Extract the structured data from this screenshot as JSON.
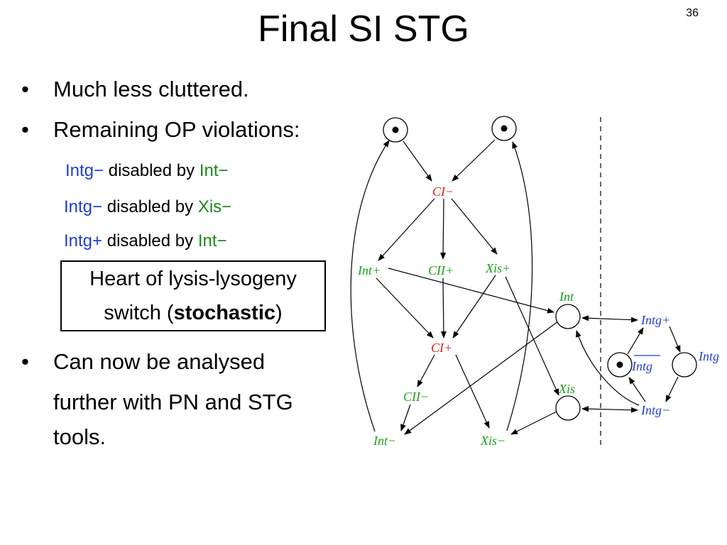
{
  "title": "Final SI STG",
  "page_number": "36",
  "bullets": {
    "b1": "Much less cluttered.",
    "b2": "Remaining OP violations:",
    "b3_line1": "Can now be analysed",
    "b3_line2": "further with PN and STG",
    "b3_line3": "tools."
  },
  "violations": [
    {
      "signal": "Intg−",
      "text": " disabled by ",
      "by": "Int−"
    },
    {
      "signal": "Intg−",
      "text": " disabled by ",
      "by": "Xis−"
    },
    {
      "signal": "Intg+",
      "text": " disabled by ",
      "by": "Int−"
    }
  ],
  "box": {
    "line1": "Heart of lysis-lysogeny",
    "line2_pre": "switch (",
    "line2_bold": "stochastic",
    "line2_post": ")"
  },
  "diagram": {
    "labels": {
      "ci_minus": "CI−",
      "int_plus": "Int+",
      "cii_plus": "CII+",
      "xis_plus": "Xis+",
      "ci_plus": "CI+",
      "cii_minus": "CII−",
      "int_minus": "Int−",
      "xis_minus": "Xis−",
      "int_place": "Int",
      "xis_place": "Xis",
      "intg_plus": "Intg+",
      "intg_minus": "Intg−",
      "intg_place": "Intg",
      "intg_bar_place": "Intg"
    },
    "colors": {
      "red": "#e01c1c",
      "green": "#18a018",
      "blue": "#1f3fd0"
    }
  }
}
